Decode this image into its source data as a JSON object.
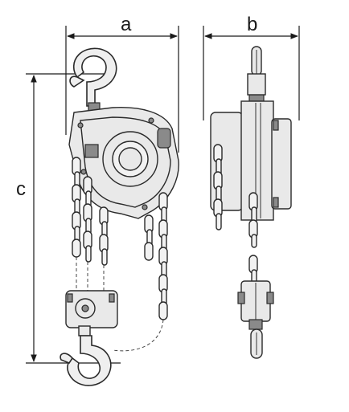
{
  "dimensions": {
    "a": "a",
    "b": "b",
    "c": "c"
  }
}
